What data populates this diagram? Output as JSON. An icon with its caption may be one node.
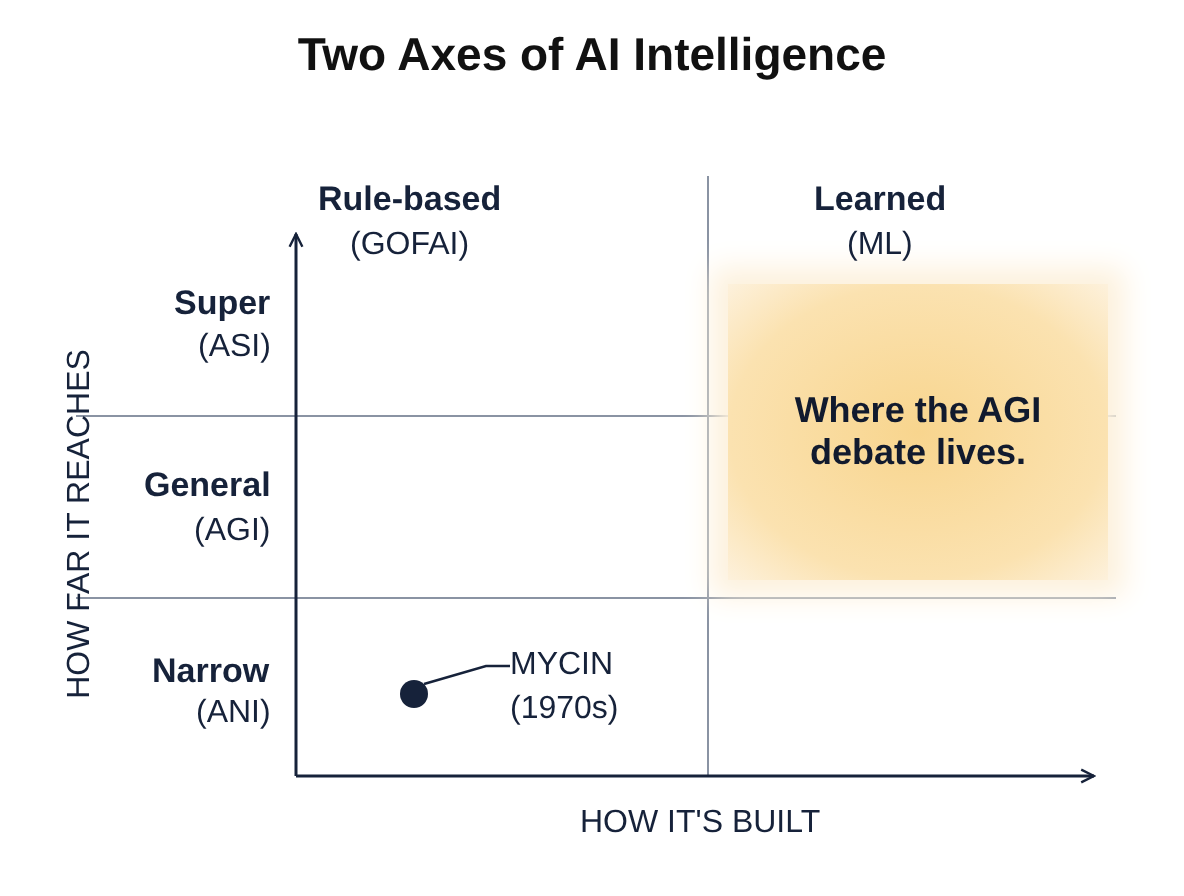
{
  "diagram": {
    "title": "Two Axes of AI Intelligence",
    "nodes": [
      {
        "text": [
          "Where the AGI debate lives."
        ]
      },
      {
        "text": [
          "MYCIN (1970s)"
        ]
      },
      {
        "text": [],
        "shape": "circle"
      }
    ],
    "edges": [
      {
        "from": 1,
        "to": 2,
        "arrow": "none"
      }
    ],
    "labels": [
      "Rule-based",
      "(GOFAI)",
      "Learned",
      "(ML)",
      "Super",
      "(ASI)",
      "General",
      "(AGI)",
      "Narrow",
      "(ANI)",
      "HOW FAR IT REACHES",
      "HOW IT'S BUILT"
    ]
  }
}
